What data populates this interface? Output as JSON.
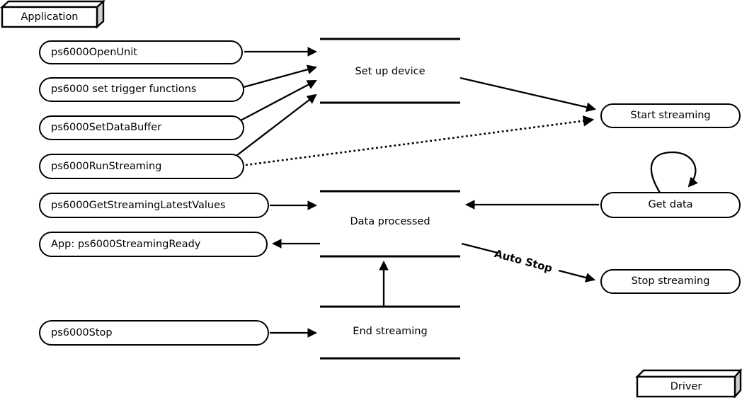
{
  "application_box": {
    "label": "Application"
  },
  "driver_box": {
    "label": "Driver"
  },
  "api_calls": [
    {
      "label": "ps6000OpenUnit"
    },
    {
      "label": "ps6000 set trigger functions"
    },
    {
      "label": "ps6000SetDataBuffer"
    },
    {
      "label": "ps6000RunStreaming"
    },
    {
      "label": "ps6000GetStreamingLatestValues"
    },
    {
      "label": "App: ps6000StreamingReady"
    },
    {
      "label": "ps6000Stop"
    }
  ],
  "device_stages": [
    {
      "label": "Set up device"
    },
    {
      "label": "Data processed"
    },
    {
      "label": "End streaming"
    }
  ],
  "driver_actions": [
    {
      "label": "Start streaming"
    },
    {
      "label": "Get data"
    },
    {
      "label": "Stop streaming"
    }
  ],
  "annotations": {
    "auto_stop": "Auto Stop"
  },
  "colors": {
    "stroke": "#000000",
    "background": "#ffffff",
    "box_fill": "#ffffff",
    "shade_fill": "#cfcfcf"
  }
}
